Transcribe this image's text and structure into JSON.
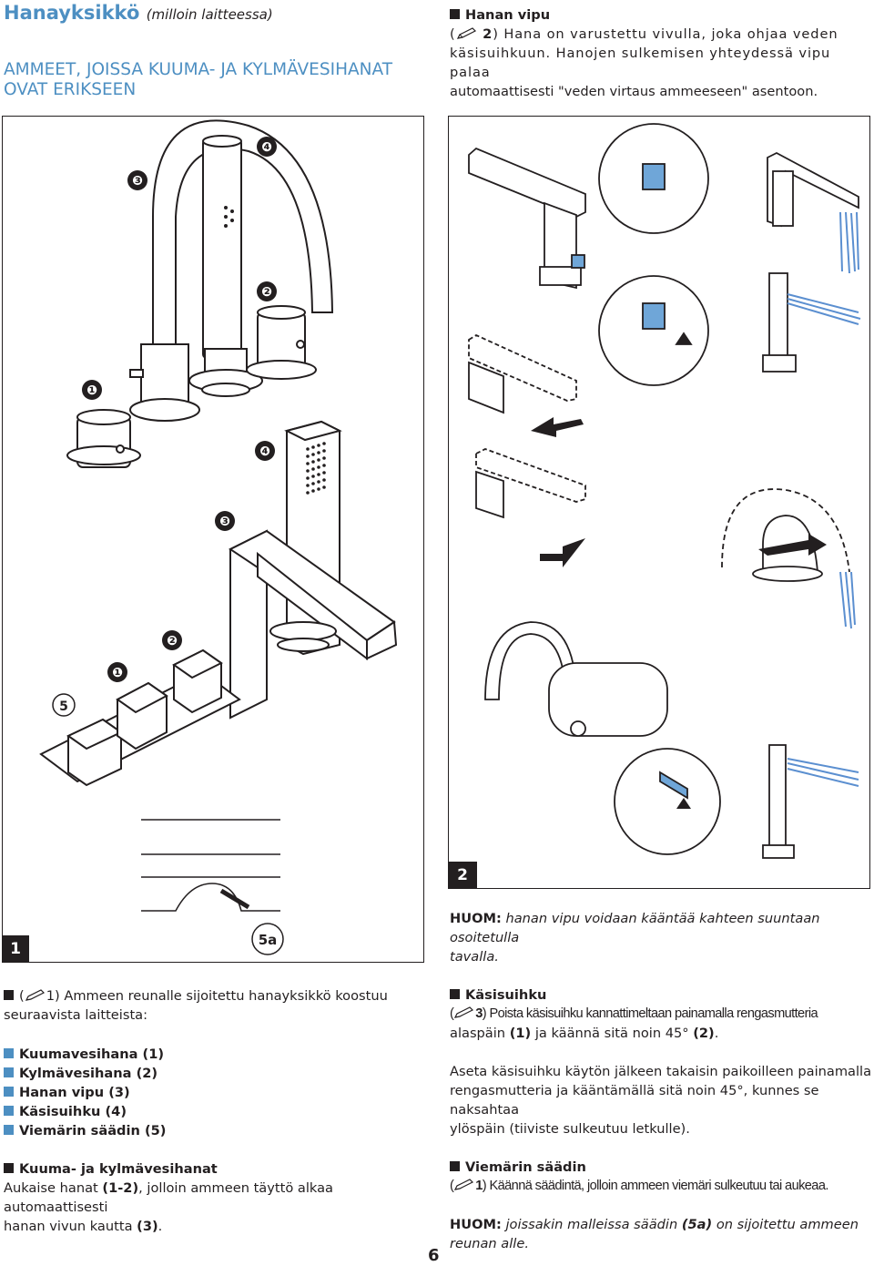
{
  "header": {
    "title": "Hanayksikkö",
    "title_sub": "(milloin laitteessa)",
    "subtitle_line1": "AMMEET, JOISSA KUUMA- JA KYLMÄVESIHANAT",
    "subtitle_line2": "OVAT ERIKSEEN"
  },
  "lever_section": {
    "heading": "Hanan vipu",
    "ref": "2",
    "text_line1": ") Hana on varustettu vivulla, joka ohjaa veden",
    "text_line2": "käsisuihkuun. Hanojen sulkemisen yhteydessä vipu palaa",
    "text_line3": "automaattisesti \"veden virtaus ammeeseen\" asentoon."
  },
  "figure1": {
    "badge": "1",
    "labels": [
      "❸",
      "❹",
      "❷",
      "❶",
      "❹",
      "❸",
      "❷",
      "❶",
      "5"
    ],
    "label_5a": "5a"
  },
  "figure2": {
    "badge": "2"
  },
  "left_text": {
    "intro_ref": "1",
    "intro_line1": ") Ammeen reunalle sijoitettu hanayksikkö koostuu",
    "intro_line2": "seuraavista laitteista:",
    "items": [
      "Kuumavesihana (1)",
      "Kylmävesihana (2)",
      "Hanan vipu (3)",
      "Käsisuihku (4)",
      "Viemärin säädin (5)"
    ],
    "hot_cold_heading": "Kuuma- ja kylmävesihanat",
    "hot_cold_line1_a": "Aukaise hanat ",
    "hot_cold_line1_b": "(1-2)",
    "hot_cold_line1_c": ", jolloin ammeen täyttö alkaa automaattisesti",
    "hot_cold_line2_a": "hanan vivun kautta ",
    "hot_cold_line2_b": "(3)",
    "hot_cold_line2_c": "."
  },
  "right_text": {
    "note1_label": "HUOM:",
    "note1_line1": " hanan vipu voidaan kääntää kahteen suuntaan osoitetulla",
    "note1_line2": "tavalla.",
    "shower_heading": "Käsisuihku",
    "shower_ref": "3",
    "shower_line1": ") Poista käsisuihku kannattimeltaan painamalla rengasmutteria",
    "shower_line2_a": "alaspäin ",
    "shower_line2_b": "(1)",
    "shower_line2_c": " ja käännä sitä noin 45° ",
    "shower_line2_d": "(2)",
    "shower_line2_e": ".",
    "shower_p2_line1": "Aseta käsisuihku käytön jälkeen takaisin paikoilleen painamalla",
    "shower_p2_line2": "rengasmutteria ja kääntämällä sitä noin 45°, kunnes se naksahtaa",
    "shower_p2_line3": "ylöspäin (tiiviste sulkeutuu letkulle).",
    "drain_heading": "Viemärin säädin",
    "drain_ref": "1",
    "drain_line1": ") Käännä säädintä, jolloin ammeen viemäri sulkeutuu tai aukeaa.",
    "note2_label": "HUOM:",
    "note2_line1_a": " joissakin malleissa säädin ",
    "note2_line1_b": "(5a)",
    "note2_line1_c": " on sijoitettu ammeen",
    "note2_line2": "reunan alle."
  },
  "footer": {
    "page_number": "6"
  },
  "colors": {
    "accent": "#4d8fc2",
    "water": "#5b8fd0",
    "text": "#231f20"
  }
}
